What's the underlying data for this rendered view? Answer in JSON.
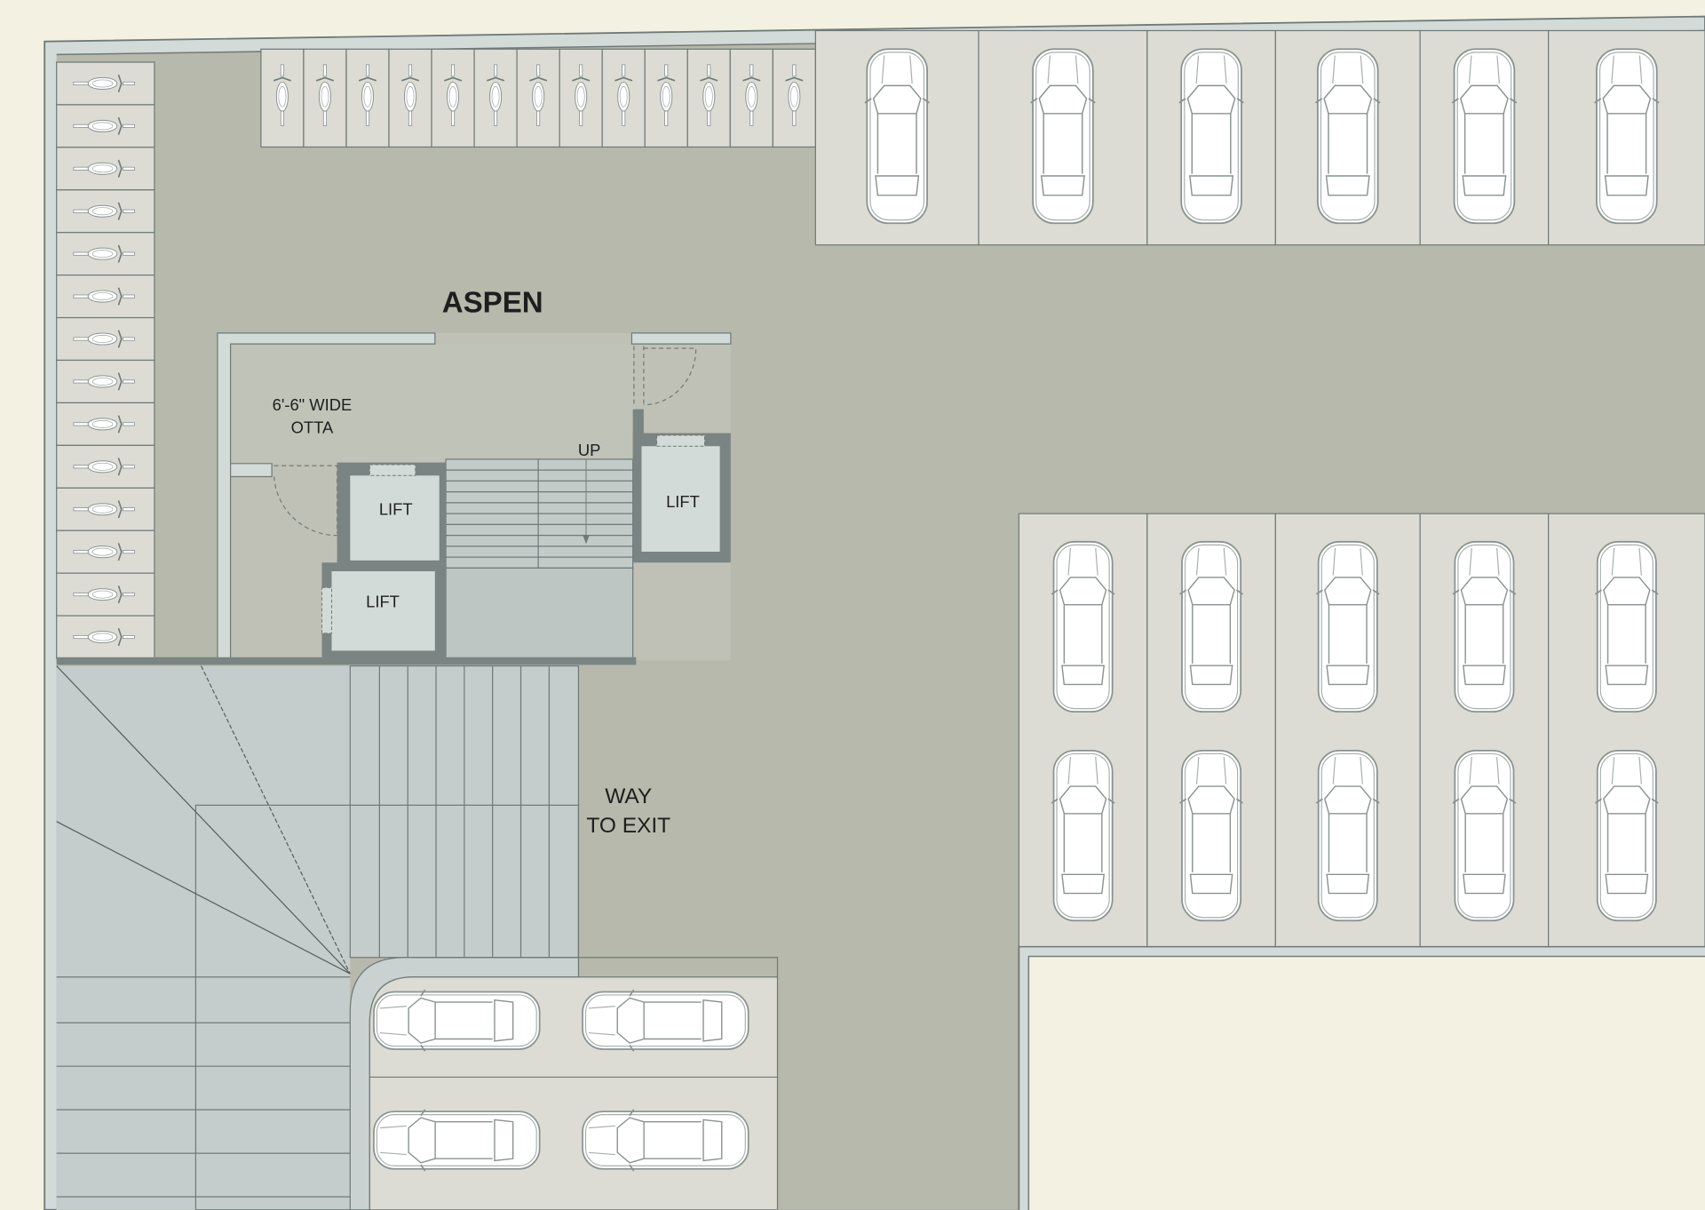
{
  "plan": {
    "title": "ASPEN",
    "otta_line1": "6'-6\" WIDE",
    "otta_line2": "OTTA",
    "stair_label": "UP",
    "lifts": [
      "LIFT",
      "LIFT",
      "LIFT"
    ],
    "exit_line1": "WAY",
    "exit_line2": "TO EXIT"
  },
  "parking": {
    "two_wheeler_left_column": 14,
    "two_wheeler_top_row": 13,
    "cars_top_row": 6,
    "cars_right_block": 10,
    "cars_bottom_block": 4
  },
  "colors": {
    "background": "#f3f1e2",
    "floor": "#b6b9ab",
    "wall": "#d3dbd8",
    "wall_outline": "#6f7a78",
    "slot": "#dcdcd4",
    "lift_frame": "#7a8482",
    "ramp": "#c4cdcb"
  }
}
